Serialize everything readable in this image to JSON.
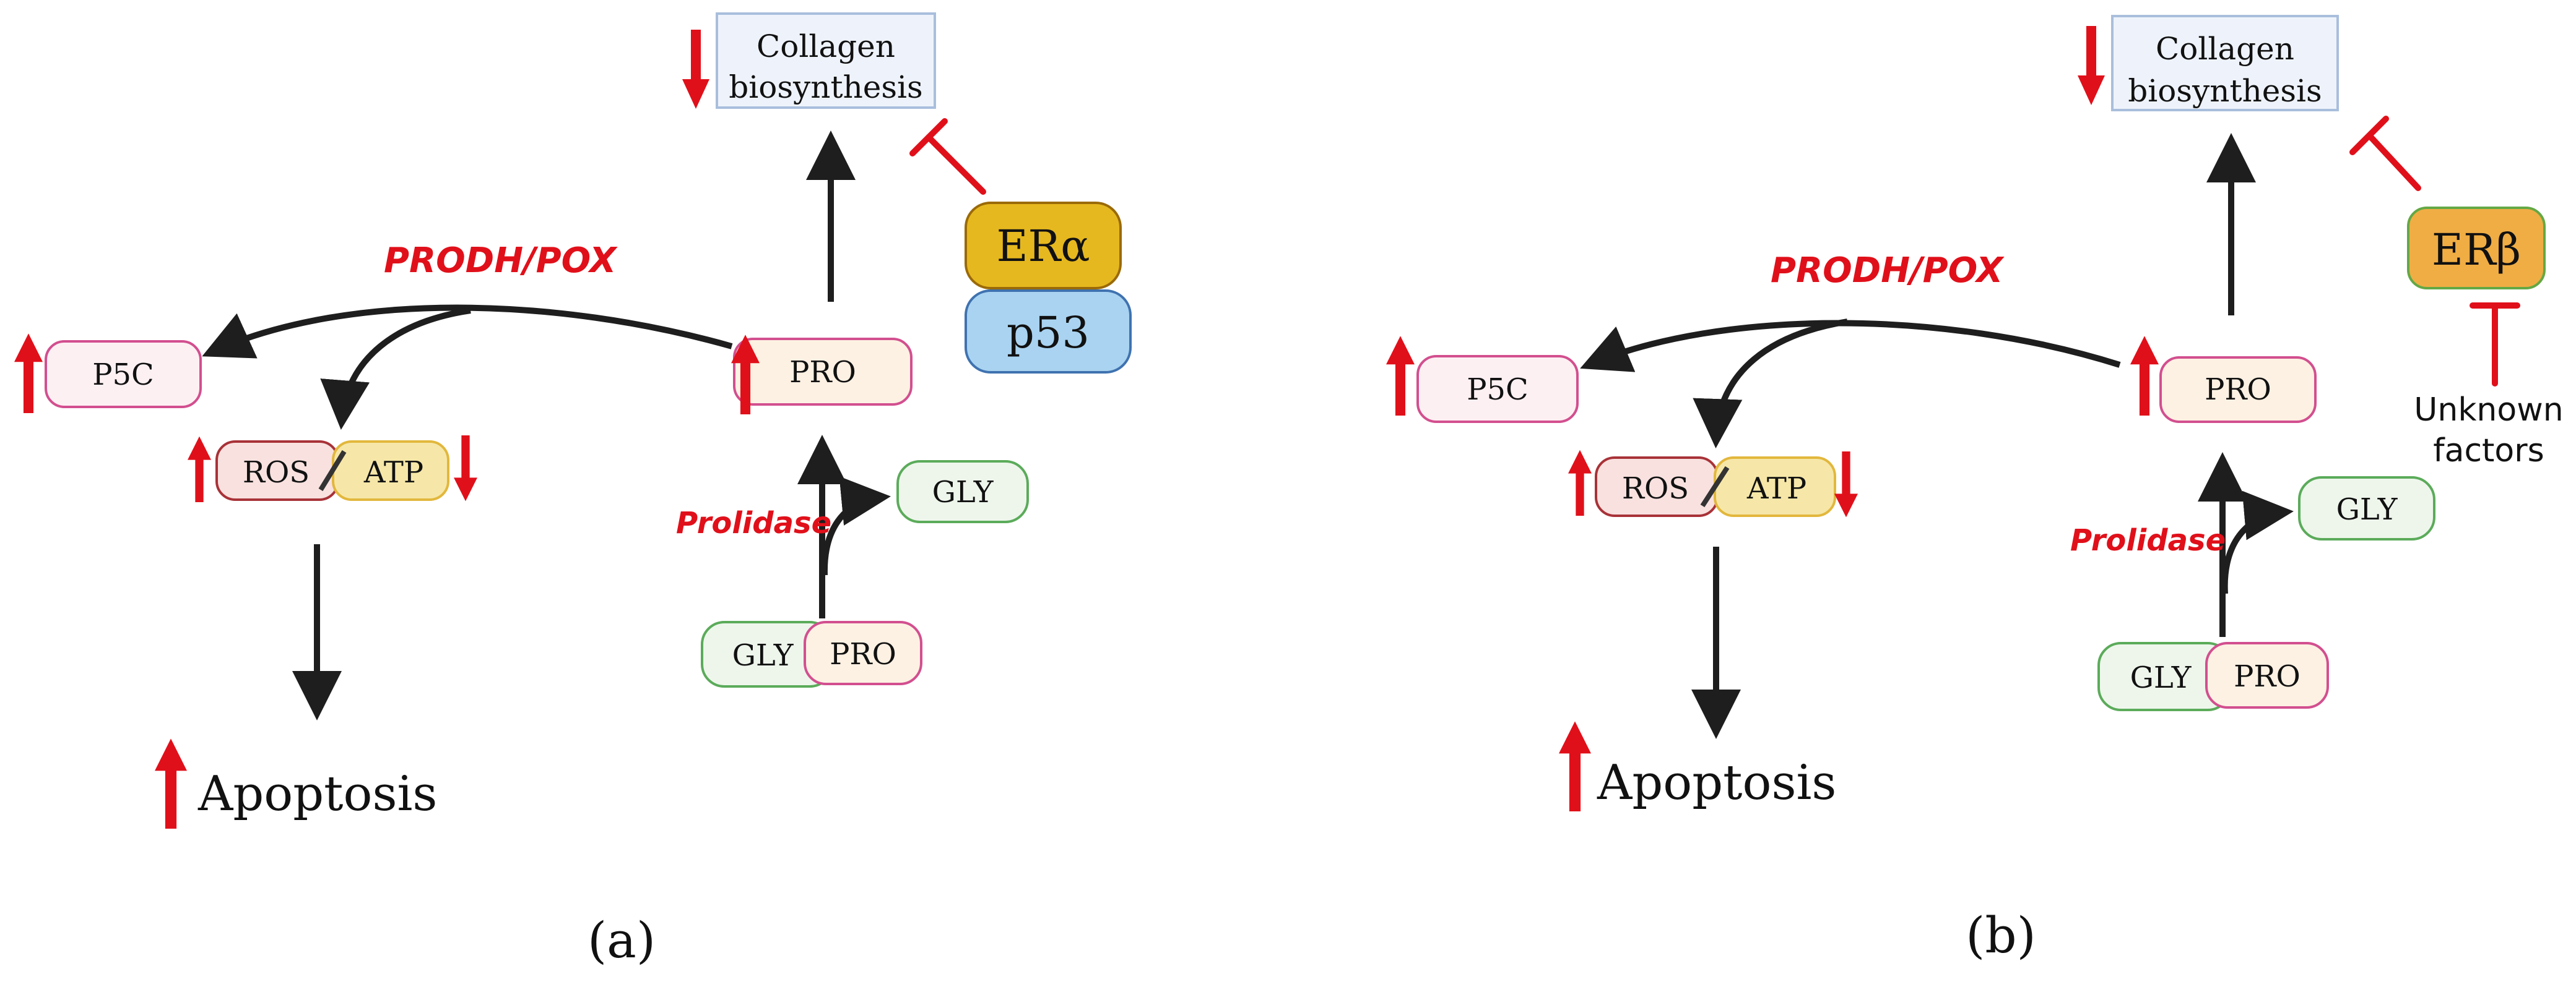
{
  "panels": [
    {
      "caption": "(a)",
      "collagen_line1": "Collagen",
      "collagen_line2": "biosynthesis",
      "enzyme_prodh": "PRODH/POX",
      "enzyme_prolidase": "Prolidase",
      "nodes": {
        "p5c": "P5C",
        "pro": "PRO",
        "ros": "ROS",
        "atp": "ATP",
        "gly": "GLY",
        "gly_dipeptide": "GLY",
        "pro_dipeptide": "PRO",
        "receptor": "ERα",
        "p53": "p53",
        "apoptosis": "Apoptosis"
      }
    },
    {
      "caption": "(b)",
      "collagen_line1": "Collagen",
      "collagen_line2": "biosynthesis",
      "enzyme_prodh": "PRODH/POX",
      "enzyme_prolidase": "Prolidase",
      "nodes": {
        "p5c": "P5C",
        "pro": "PRO",
        "ros": "ROS",
        "atp": "ATP",
        "gly": "GLY",
        "gly_dipeptide": "GLY",
        "pro_dipeptide": "PRO",
        "receptor": "ERβ",
        "unknown_line1": "Unknown",
        "unknown_line2": "factors",
        "apoptosis": "Apoptosis"
      }
    }
  ],
  "colors": {
    "up_down_arrow": "#e0101a",
    "inhibition": "#e0101a",
    "flow_arrow": "#1e1e1e",
    "collagen_box_fill": "#eef3fb",
    "collagen_box_stroke": "#a9bedc",
    "pink_node_fill": "#fdf0f3",
    "pink_node_stroke": "#d24f8f",
    "pro_node_fill": "#fdf1e3",
    "ros_fill": "#f8e1df",
    "ros_stroke": "#a83238",
    "atp_fill": "#f6e7a8",
    "atp_stroke": "#e2b73c",
    "gly_fill": "#eef6ec",
    "gly_stroke": "#5bab5a",
    "er_alpha_fill": "#e6b81f",
    "er_alpha_stroke": "#9a6a08",
    "p53_fill": "#a9d3f0",
    "p53_stroke": "#3f72b0",
    "er_beta_fill": "#f0ad44",
    "er_beta_stroke": "#64a845"
  }
}
